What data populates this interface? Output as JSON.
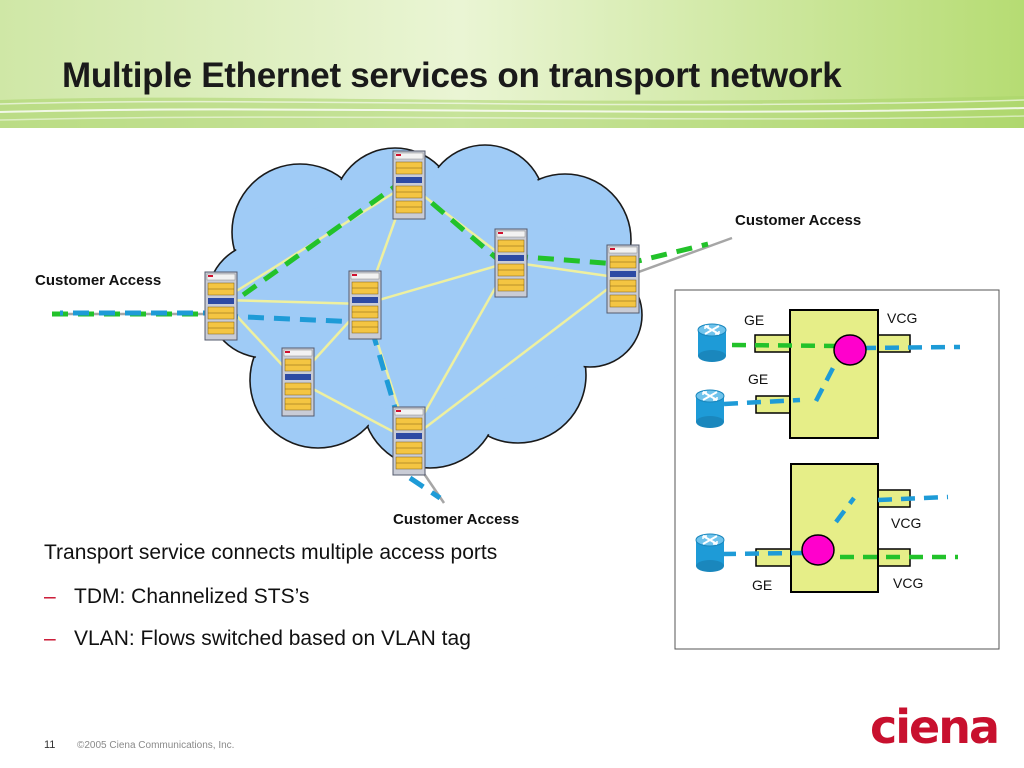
{
  "slide": {
    "title": "Multiple Ethernet services on transport network",
    "page_number": "11",
    "copyright": "©2005 Ciena Communications, Inc.",
    "logo_text": "ciena"
  },
  "diagram": {
    "labels": {
      "customer_access_left": "Customer Access",
      "customer_access_right": "Customer Access",
      "customer_access_bottom": "Customer Access"
    },
    "inset_top": {
      "port_in_1": "GE",
      "port_in_2": "GE",
      "port_out": "VCG"
    },
    "inset_bottom": {
      "port_out_1": "VCG",
      "port_out_2": "VCG",
      "port_in": "GE"
    },
    "colors": {
      "cloud": "#9fcbf6",
      "green_flow": "#22c22a",
      "blue_flow": "#1e9bd7",
      "link": "#eef0a0",
      "device": "#e6ee88",
      "switch_point": "#ff00cc"
    }
  },
  "bullets": {
    "heading": "Transport service connects multiple access ports",
    "items": [
      {
        "marker": "–",
        "text": "TDM:  Channelized STS’s"
      },
      {
        "marker": "–",
        "text": "VLAN: Flows switched based on VLAN tag"
      }
    ]
  }
}
